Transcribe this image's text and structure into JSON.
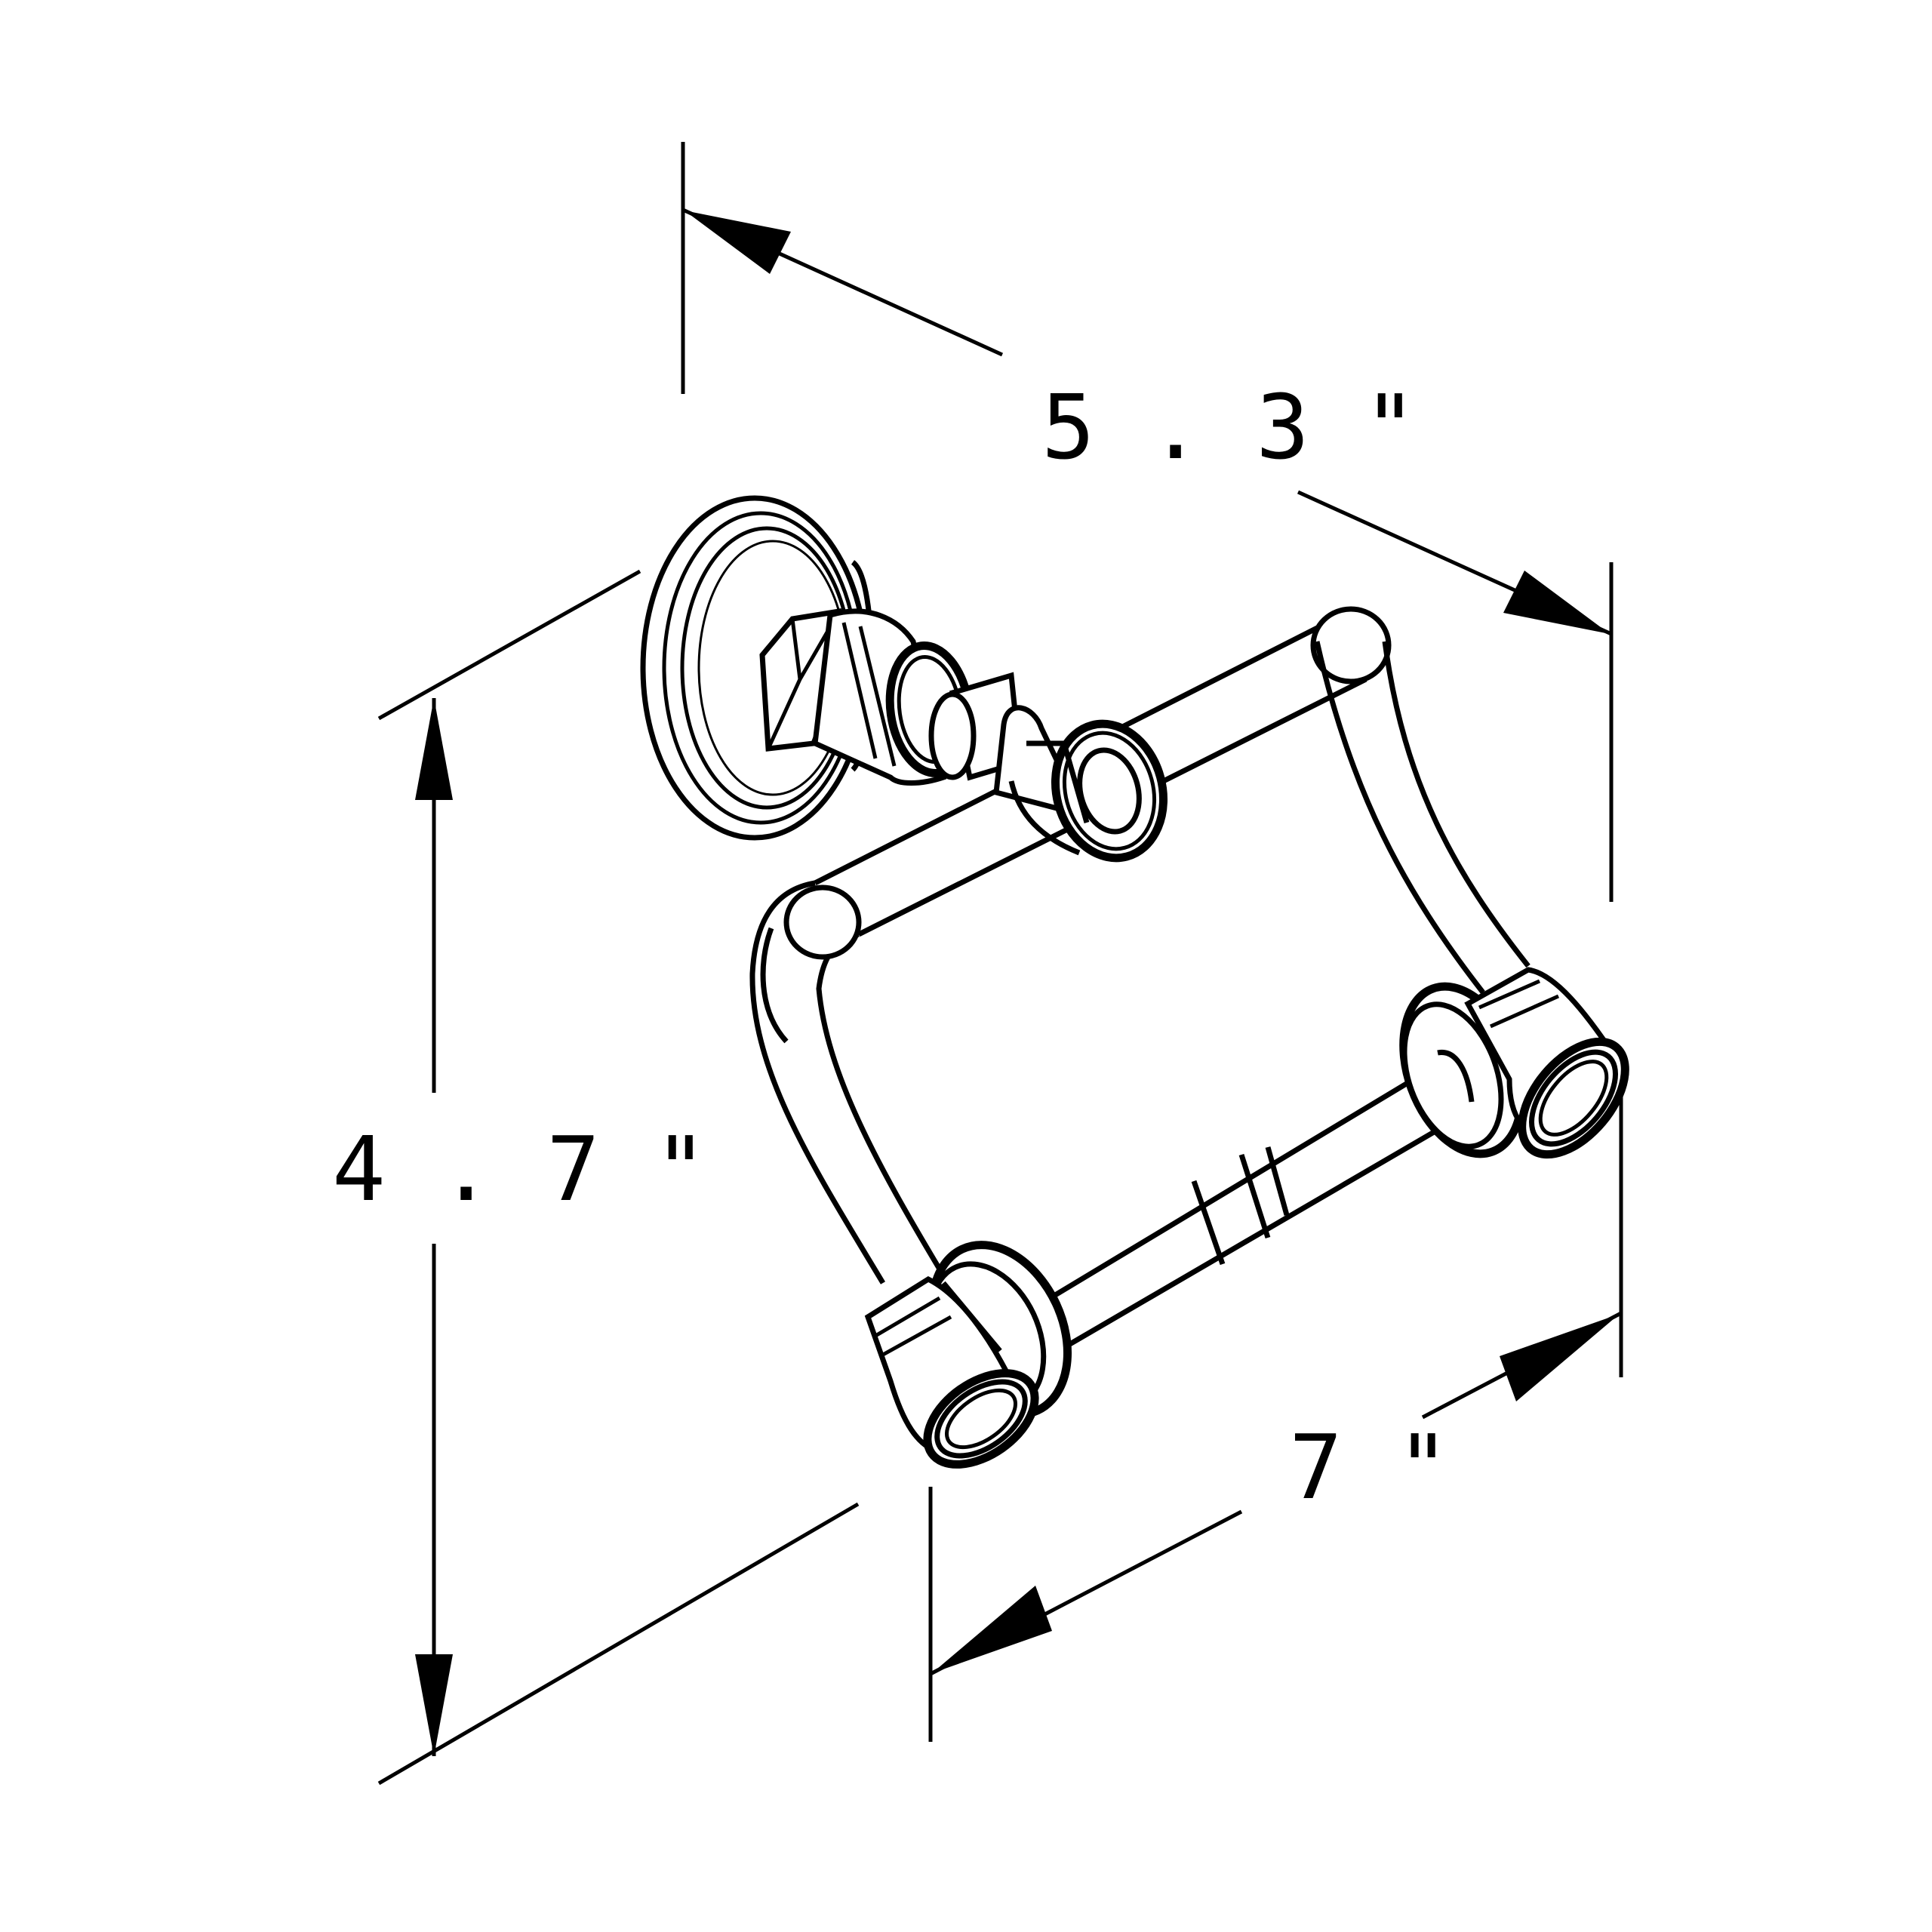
{
  "drawing": {
    "subject": "toilet paper holder",
    "view": "isometric line drawing",
    "colors": {
      "line": "#000000",
      "background": "#ffffff"
    }
  },
  "dimensions": {
    "depth": {
      "label": "5 . 3 \""
    },
    "height": {
      "label": "4 . 7 \""
    },
    "width": {
      "label": "7 \""
    }
  }
}
